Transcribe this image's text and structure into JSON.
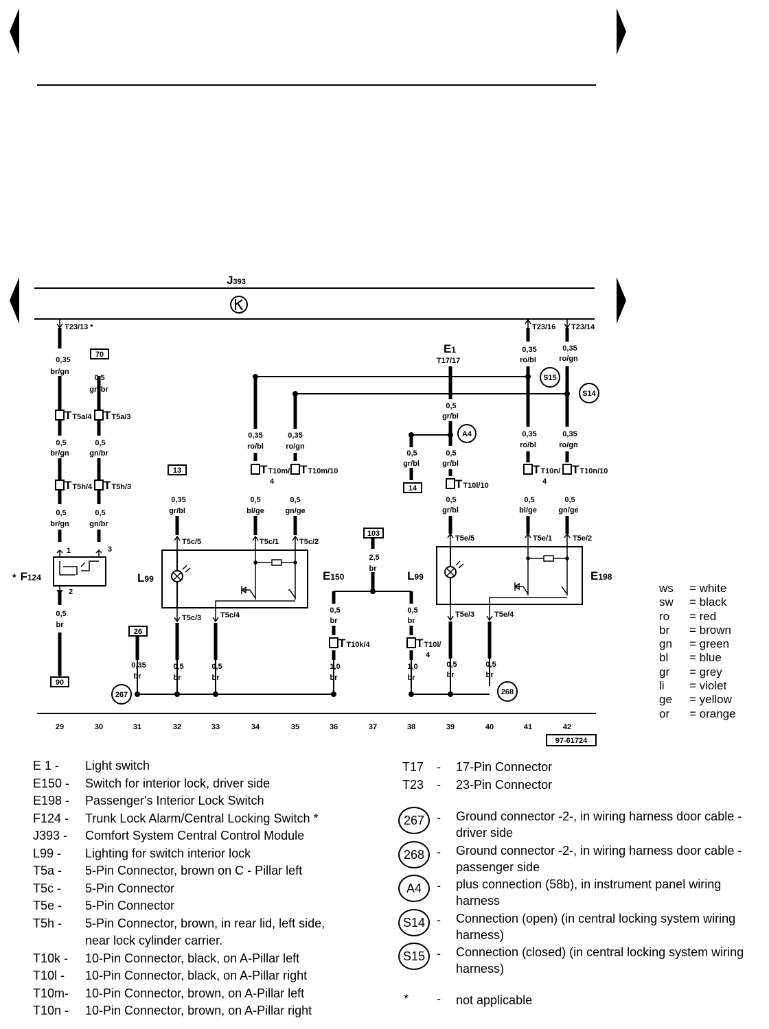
{
  "module": {
    "code": "J",
    "sub": "393"
  },
  "pins": {
    "t23_13": "T23/13 *",
    "t23_16": "T23/16",
    "t23_14": "T23/14",
    "t17_17": "T17/17",
    "t5a_4": "T5a/4",
    "t5a_3": "T5a/3",
    "t5h_4": "T5h/4",
    "t5h_3": "T5h/3",
    "t10m_4": "T10m/",
    "t10m_4n": "4",
    "t10m_10": "T10m/10",
    "t10n_4": "T10n/",
    "t10n_4n": "4",
    "t10n_10": "T10n/10",
    "t10l_10": "T10l/10",
    "t10k_4": "T10k/4",
    "t10l_4": "T10l/",
    "t10l_4n": "4",
    "t5c_5": "T5c/5",
    "t5c_1": "T5c/1",
    "t5c_2": "T5c/2",
    "t5c_3": "T5c/3",
    "t5c_4": "T5c/4",
    "t5e_5": "T5e/5",
    "t5e_1": "T5e/1",
    "t5e_2": "T5e/2",
    "t5e_3": "T5e/3",
    "t5e_4": "T5e/4"
  },
  "components": {
    "e1": {
      "code": "E",
      "sub": "1"
    },
    "e150": {
      "code": "E",
      "sub": "150"
    },
    "e198": {
      "code": "E",
      "sub": "198"
    },
    "f124": {
      "star": "*",
      "code": "F",
      "sub": "124"
    },
    "l99_left": {
      "code": "L",
      "sub": "99"
    },
    "l99_right": {
      "code": "L",
      "sub": "99"
    }
  },
  "wires": {
    "w29a": {
      "size": "0,35",
      "color": "br/gn"
    },
    "w30a": {
      "size": "0,5",
      "color": "gn/br"
    },
    "w29b": {
      "size": "0,5",
      "color": "br/gn"
    },
    "w30b": {
      "size": "0,5",
      "color": "gn/br"
    },
    "w29c": {
      "size": "0,5",
      "color": "br/gn"
    },
    "w30c": {
      "size": "0,5",
      "color": "gn/br"
    },
    "w29d": {
      "size": "0,5",
      "color": "br"
    },
    "w31": {
      "size": "0,35",
      "color": "br"
    },
    "w32a": {
      "size": "0,35",
      "color": "gr/bl"
    },
    "w32b": {
      "size": "0,5",
      "color": "br"
    },
    "w33": {
      "size": "0,5",
      "color": "br"
    },
    "w34a": {
      "size": "0,35",
      "color": "ro/bl"
    },
    "w35a": {
      "size": "0,35",
      "color": "ro/gn"
    },
    "w34b": {
      "size": "0,5",
      "color": "bl/ge"
    },
    "w35b": {
      "size": "0,5",
      "color": "gn/ge"
    },
    "w36a": {
      "size": "0,5",
      "color": "br"
    },
    "w36b": {
      "size": "1,0",
      "color": "br"
    },
    "w37": {
      "size": "2,5",
      "color": "br"
    },
    "w38a": {
      "size": "0,5",
      "color": "gr/bl"
    },
    "w38b": {
      "size": "0,5",
      "color": "br"
    },
    "w38c": {
      "size": "1,0",
      "color": "br"
    },
    "w39a": {
      "size": "0,5",
      "color": "gr/bl"
    },
    "w39b": {
      "size": "0,5",
      "color": "gr/bl"
    },
    "w39c": {
      "size": "0,5",
      "color": "gr/bl"
    },
    "w39d": {
      "size": "0,5",
      "color": "br"
    },
    "w40": {
      "size": "0,5",
      "color": "br"
    },
    "w41a": {
      "size": "0,35",
      "color": "ro/bl"
    },
    "w42a": {
      "size": "0,35",
      "color": "ro/gn"
    },
    "w41b": {
      "size": "0,35",
      "color": "ro/bl"
    },
    "w42b": {
      "size": "0,35",
      "color": "ro/gn"
    },
    "w41c": {
      "size": "0,5",
      "color": "bl/ge"
    },
    "w42c": {
      "size": "0,5",
      "color": "gn/ge"
    }
  },
  "refs": {
    "r70": "70",
    "r13": "13",
    "r14": "14",
    "r26": "26",
    "r90": "90",
    "r103": "103"
  },
  "grounds": {
    "g267": "267",
    "g268": "268",
    "a4": "A4",
    "s14": "S14",
    "s15": "S15"
  },
  "switch_pins": {
    "p1": "1",
    "p2": "2",
    "p3": "3"
  },
  "columns": [
    "29",
    "30",
    "31",
    "32",
    "33",
    "34",
    "35",
    "36",
    "37",
    "38",
    "39",
    "40",
    "41",
    "42"
  ],
  "figure_id": "97-61724",
  "legend_left": [
    {
      "code": "E  1 -",
      "desc": "Light switch"
    },
    {
      "code": "E150 -",
      "desc": "Switch for interior lock, driver side"
    },
    {
      "code": "E198 -",
      "desc": "Passenger's Interior Lock Switch"
    },
    {
      "code": "F124 -",
      "desc": "Trunk Lock Alarm/Central Locking Switch *"
    },
    {
      "code": "J393 -",
      "desc": "Comfort System Central Control Module"
    },
    {
      "code": "L99   -",
      "desc": "Lighting for switch interior lock"
    },
    {
      "code": "T5a   -",
      "desc": "5-Pin Connector, brown on C - Pillar left"
    },
    {
      "code": "T5c   -",
      "desc": "5-Pin Connector"
    },
    {
      "code": "T5e   -",
      "desc": "5-Pin Connector"
    },
    {
      "code": "T5h   -",
      "desc": "5-Pin Connector, brown, in rear lid, left side,"
    },
    {
      "code": "",
      "desc": "near lock cylinder carrier."
    },
    {
      "code": "T10k -",
      "desc": "10-Pin Connector, black, on A-Pillar left"
    },
    {
      "code": "T10l  -",
      "desc": "10-Pin Connector, black, on A-Pillar right"
    },
    {
      "code": "T10m-",
      "desc": "10-Pin Connector, brown, on A-Pillar left"
    },
    {
      "code": "T10n -",
      "desc": "10-Pin Connector, brown, on A-Pillar right"
    }
  ],
  "legend_right_top": [
    {
      "code": "T17",
      "dash": "-",
      "desc": "17-Pin Connector"
    },
    {
      "code": "T23",
      "dash": "-",
      "desc": "23-Pin Connector"
    }
  ],
  "legend_circles": [
    {
      "key": "267",
      "dash": "-",
      "desc": "Ground connector -2-, in wiring harness door cable - driver side"
    },
    {
      "key": "268",
      "dash": "-",
      "desc": "Ground connector -2-, in wiring harness door cable - passenger side"
    },
    {
      "key": "A4",
      "dash": "-",
      "desc": "plus connection (58b), in instrument panel wiring harness"
    },
    {
      "key": "S14",
      "dash": "-",
      "desc": "Connection (open) (in central locking system wiring harness)"
    },
    {
      "key": "S15",
      "dash": "-",
      "desc": "Connection (closed) (in central locking system wiring harness)"
    }
  ],
  "legend_star": {
    "key": "*",
    "dash": "-",
    "desc": "not applicable"
  },
  "color_codes": [
    {
      "k": "ws",
      "v": "= white"
    },
    {
      "k": "sw",
      "v": "= black"
    },
    {
      "k": "ro",
      "v": "=  red"
    },
    {
      "k": "br",
      "v": "=  brown"
    },
    {
      "k": "gn",
      "v": "=  green"
    },
    {
      "k": "bl",
      "v": "=  blue"
    },
    {
      "k": "gr",
      "v": "=  grey"
    },
    {
      "k": "li",
      "v": "=  violet"
    },
    {
      "k": "ge",
      "v": "=  yellow"
    },
    {
      "k": "or",
      "v": "=  orange"
    }
  ]
}
